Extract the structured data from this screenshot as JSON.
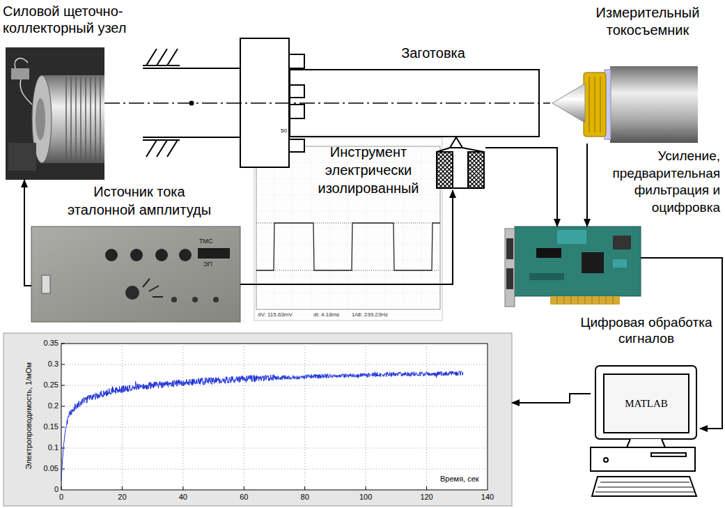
{
  "diagram": {
    "nodes": [
      {
        "text": [
          "Силовой щеточно-коллекторный узел"
        ]
      },
      {
        "text": [
          "Заготовка"
        ]
      },
      {
        "text": [
          "Измерительный токосъемник"
        ]
      },
      {
        "text": [
          "Инструмент электрически изолированный"
        ]
      },
      {
        "text": [
          "Источник тока эталонной амплитуды"
        ]
      },
      {
        "text": [
          "Усиление, предварительная фильтрация и оцифровка"
        ]
      },
      {
        "text": [
          "Цифровая обработка сигналов"
        ]
      },
      {
        "text": [
          "MATLAB"
        ],
        "in": 6
      },
      {
        "text": [
          "Электропроводимость, 1/мОм",
          "Время, сек"
        ]
      }
    ],
    "edges": [
      {
        "from": 4,
        "to": 0,
        "arrow": "to"
      },
      {
        "from": 4,
        "to": 3,
        "arrow": "to"
      },
      {
        "from": 3,
        "to": 5,
        "arrow": "to"
      },
      {
        "from": 2,
        "to": 5,
        "arrow": "to"
      },
      {
        "from": 5,
        "to": 6,
        "arrow": "to"
      },
      {
        "from": 6,
        "to": 8,
        "arrow": "to"
      }
    ],
    "labels": [
      "50",
      "dV: 115.63mV",
      "dt: 4.18ms",
      "1/dt: 239.23Hz",
      "ТМС",
      "ЭП",
      "0",
      "0.05",
      "0.1",
      "0.15",
      "0.2",
      "0.25",
      "0.3",
      "0.35",
      "0",
      "20",
      "40",
      "60",
      "80",
      "100",
      "120",
      "140"
    ]
  }
}
